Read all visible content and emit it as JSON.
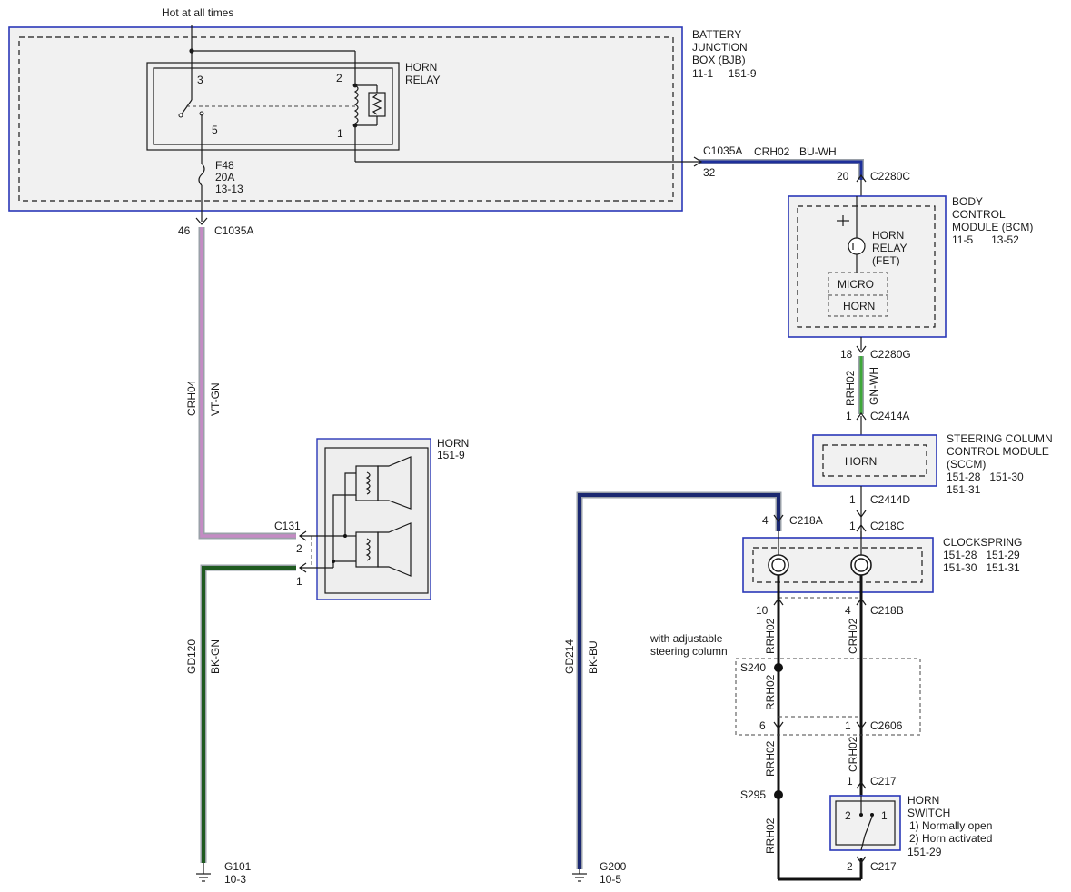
{
  "colors": {
    "module_outline": "#2a38b8",
    "wire_blue_white": "#1e2f9a",
    "wire_violet_green": "#c48bc4",
    "wire_black_green": "#1f5a20",
    "wire_green_white": "#3fa83a",
    "wire_black_blue": "#1b2870",
    "wire_black": "#111111"
  },
  "top_label": "Hot at all times",
  "bjb": {
    "title": [
      "BATTERY",
      "JUNCTION",
      "BOX (BJB)"
    ],
    "refs": "11-1     151-9",
    "relay_title": [
      "HORN",
      "RELAY"
    ],
    "pins": {
      "p3": "3",
      "p2": "2",
      "p5": "5",
      "p1": "1"
    },
    "fuse": {
      "name": "F48",
      "rating": "20A",
      "ref": "13-13"
    },
    "out_pin": "46",
    "out_connector": "C1035A"
  },
  "c1035a": {
    "connector": "C1035A",
    "circuit": "CRH02",
    "color": "BU-WH",
    "pin": "32"
  },
  "bcm": {
    "pin_in": "20",
    "connector_in": "C2280C",
    "title": [
      "BODY",
      "CONTROL",
      "MODULE (BCM)"
    ],
    "refs": "11-5      13-52",
    "relay_label": [
      "HORN",
      "RELAY",
      "(FET)"
    ],
    "micro": "MICRO",
    "horn": "HORN",
    "pin_out": "18",
    "connector_out": "C2280G"
  },
  "rrh02_gnwh": {
    "circuit": "RRH02",
    "color": "GN-WH"
  },
  "sccm": {
    "pin_in": "1",
    "connector_in": "C2414A",
    "title": [
      "STEERING COLUMN",
      "CONTROL MODULE",
      "(SCCM)"
    ],
    "refs": [
      "151-28   151-30",
      "151-31"
    ],
    "inner": "HORN",
    "pin_out": "1",
    "connector_out": "C2414D"
  },
  "clockspring": {
    "title": "CLOCKSPRING",
    "refs": [
      "151-28   151-29",
      "151-30   151-31"
    ],
    "pin_c218c": "1",
    "connector_c218c": "C218C",
    "pin_c218a": "4",
    "connector_c218a": "C218A",
    "pin_left_out": "10",
    "pin_right_out": "4",
    "connector_c218b": "C218B"
  },
  "horn": {
    "title": "HORN",
    "ref": "151-9",
    "connector": "C131",
    "pin2": "2",
    "pin1": "1"
  },
  "left_wires": {
    "crh04": "CRH04",
    "vtgn": "VT-GN",
    "gd120": "GD120",
    "bkgn": "BK-GN"
  },
  "ground_g101": {
    "name": "G101",
    "ref": "10-3"
  },
  "mid_wires": {
    "gd214": "GD214",
    "bkbu": "BK-BU"
  },
  "ground_g200": {
    "name": "G200",
    "ref": "10-5"
  },
  "adjustable_note": [
    "with adjustable",
    "steering column"
  ],
  "splices": {
    "s240": "S240",
    "s295": "S295"
  },
  "circuits": {
    "rrh02_a": "RRH02",
    "rrh02_b": "RRH02",
    "rrh02_c": "RRH02",
    "rrh02_d": "RRH02",
    "crh02_a": "CRH02",
    "crh02_b": "CRH02"
  },
  "c2606": {
    "pin_left": "6",
    "pin_right": "1",
    "connector": "C2606"
  },
  "c217_top": {
    "pin": "1",
    "connector": "C217"
  },
  "horn_switch": {
    "title": [
      "HORN",
      "SWITCH"
    ],
    "notes": [
      "1) Normally open",
      "2) Horn activated"
    ],
    "ref": "151-29",
    "pin_left": "2",
    "pin_right": "1"
  },
  "c217_bot": {
    "pin": "2",
    "connector": "C217"
  }
}
